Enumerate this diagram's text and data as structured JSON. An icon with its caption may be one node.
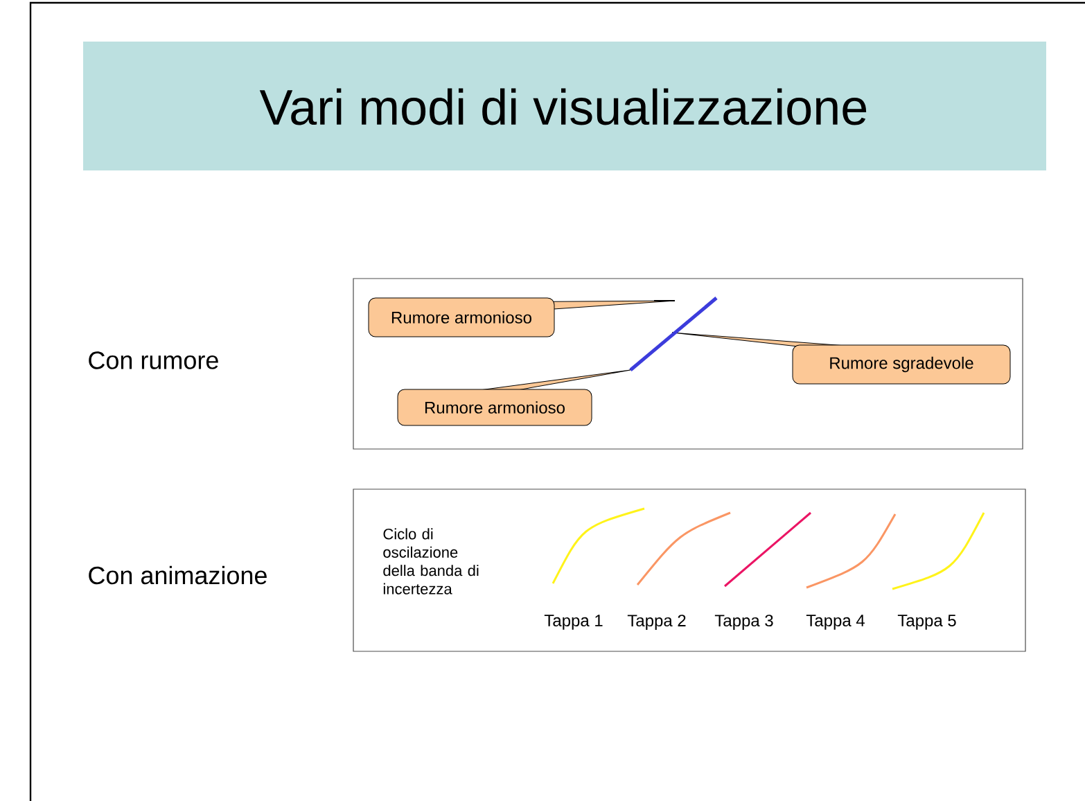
{
  "diagram": {
    "title": "Vari modi di visualizzazione",
    "nodes": [
      {
        "text": [],
        "shape": "box"
      },
      {
        "text": [
          "Rumore armonioso"
        ],
        "in": 0
      },
      {
        "text": [
          "Rumore sgradevole"
        ],
        "in": 0
      },
      {
        "text": [
          "Rumore armonioso"
        ],
        "in": 0
      },
      {
        "text": [],
        "shape": "box"
      }
    ],
    "edges": [],
    "labels": [
      "Con rumore",
      "Con animazione",
      "Ciclo di oscilazione della banda di incertezza",
      "Tappa 1",
      "Tappa 2",
      "Tappa 3",
      "Tappa 4",
      "Tappa 5"
    ]
  }
}
